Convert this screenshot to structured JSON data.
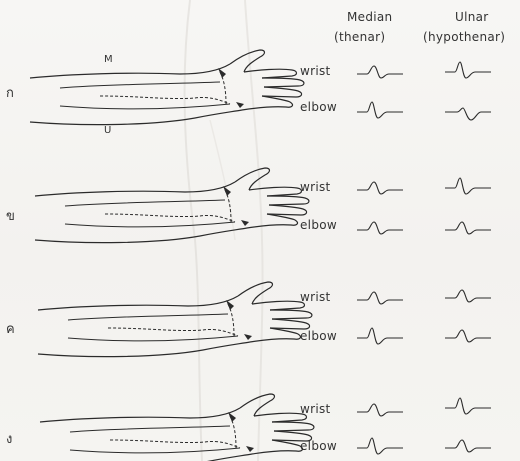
{
  "headers": {
    "median_line1": "Median",
    "median_line2": "(thenar)",
    "ulnar_line1": "Ulnar",
    "ulnar_line2": "(hypothenar)"
  },
  "arm_labels": {
    "m": "M",
    "u": "U"
  },
  "panels": [
    {
      "id": "ก",
      "site1": "wrist",
      "site2": "elbow"
    },
    {
      "id": "ข",
      "site1": "wrist",
      "site2": "elbow"
    },
    {
      "id": "ค",
      "site1": "wrist",
      "site2": "elbow"
    },
    {
      "id": "ง",
      "site1": "wrist",
      "site2": "elbow"
    }
  ]
}
